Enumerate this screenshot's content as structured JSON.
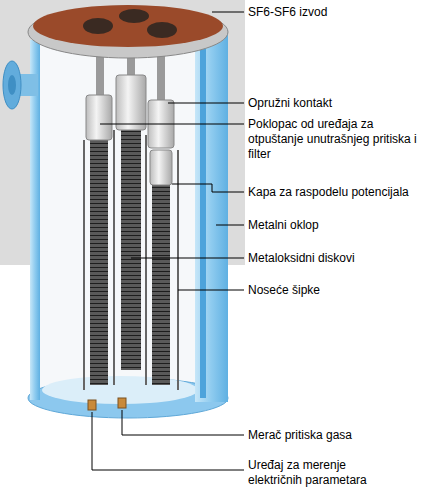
{
  "diagram": {
    "labels": [
      "SF6-SF6 izvod",
      "Opružni kontakt",
      "Poklopac od uređaja za otpuštanje unutrašnjeg pritiska i filter",
      "Kapa za raspodelu potencijala",
      "Metalni oklop",
      "Metaloksidni diskovi",
      "Noseće šipke",
      "Merač pritiska gasa",
      "Uređaj za merenje električnih parametara"
    ]
  }
}
